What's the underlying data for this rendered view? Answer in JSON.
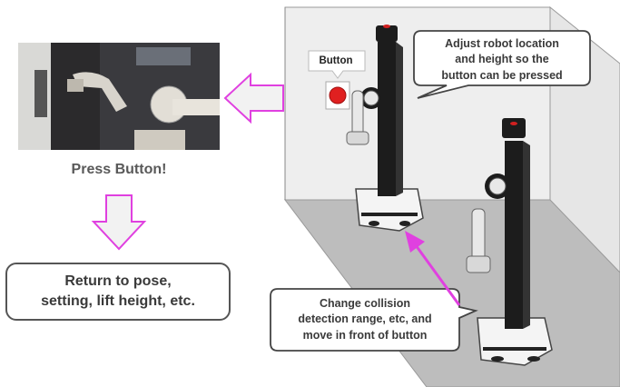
{
  "labels": {
    "press_button": "Press Button!",
    "return_line1": "Return to pose,",
    "return_line2": "setting, lift height, etc.",
    "adjust_line1": "Adjust robot location",
    "adjust_line2": "and height so the",
    "adjust_line3": "button can be pressed",
    "collision_line1": "Change collision",
    "collision_line2": "detection range, etc, and",
    "collision_line3": "move in front of button",
    "button_tag": "Button"
  },
  "colors": {
    "arrow_outline": "#e040e0",
    "arrow_fill": "#f2f2f2",
    "wall": "#eeeeee",
    "floor": "#bdbdbd",
    "robot_body": "#1c1c1c",
    "button_red": "#e02020"
  }
}
